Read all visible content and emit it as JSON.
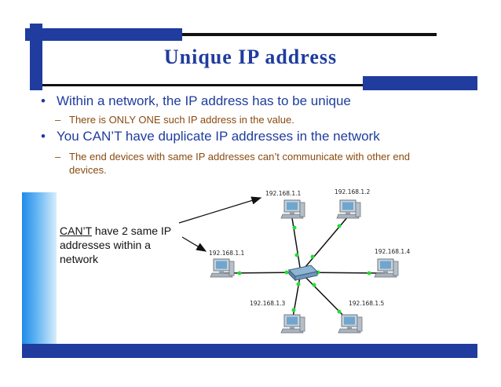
{
  "title": "Unique IP address",
  "bullets": [
    {
      "text": "Within a network, the IP address has to be unique",
      "sub": "There is ONLY ONE such IP address in the value."
    },
    {
      "text": "You CAN’T have duplicate IP addresses in the network",
      "sub": "The end devices with same IP addresses can’t communicate with other end devices."
    }
  ],
  "callout": {
    "underlined": "CAN’T",
    "rest": " have 2 same IP addresses within a network"
  },
  "network": {
    "hosts": [
      {
        "ip": "192.168.1.1"
      },
      {
        "ip": "192.168.1.2"
      },
      {
        "ip": "192.168.1.1"
      },
      {
        "ip": "192.168.1.4"
      },
      {
        "ip": "192.168.1.3"
      },
      {
        "ip": "192.168.1.5"
      }
    ]
  },
  "colors": {
    "brand_blue": "#1f3c9e",
    "sub_text": "#8a4a10",
    "link_ok": "#22dd33"
  }
}
